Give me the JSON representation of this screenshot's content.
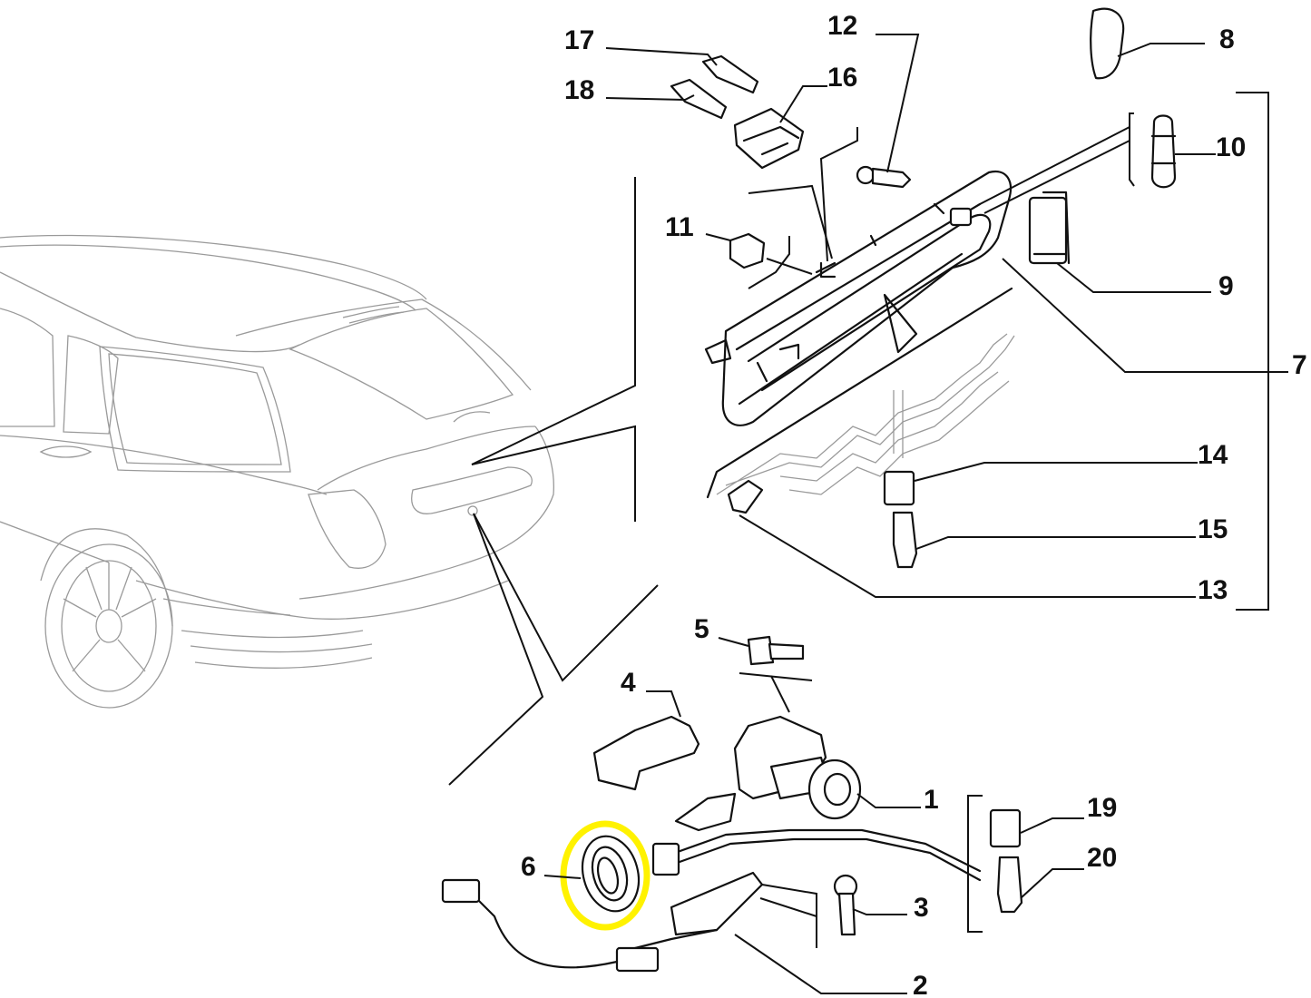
{
  "diagram": {
    "highlight_color": "#fff200",
    "highlighted_part": "6",
    "part_numbers": {
      "p1": "1",
      "p2": "2",
      "p3": "3",
      "p4": "4",
      "p5": "5",
      "p6": "6",
      "p7": "7",
      "p8": "8",
      "p9": "9",
      "p10": "10",
      "p11": "11",
      "p12": "12",
      "p13": "13",
      "p14": "14",
      "p15": "15",
      "p16": "16",
      "p17": "17",
      "p18": "18",
      "p19": "19",
      "p20": "20"
    }
  }
}
